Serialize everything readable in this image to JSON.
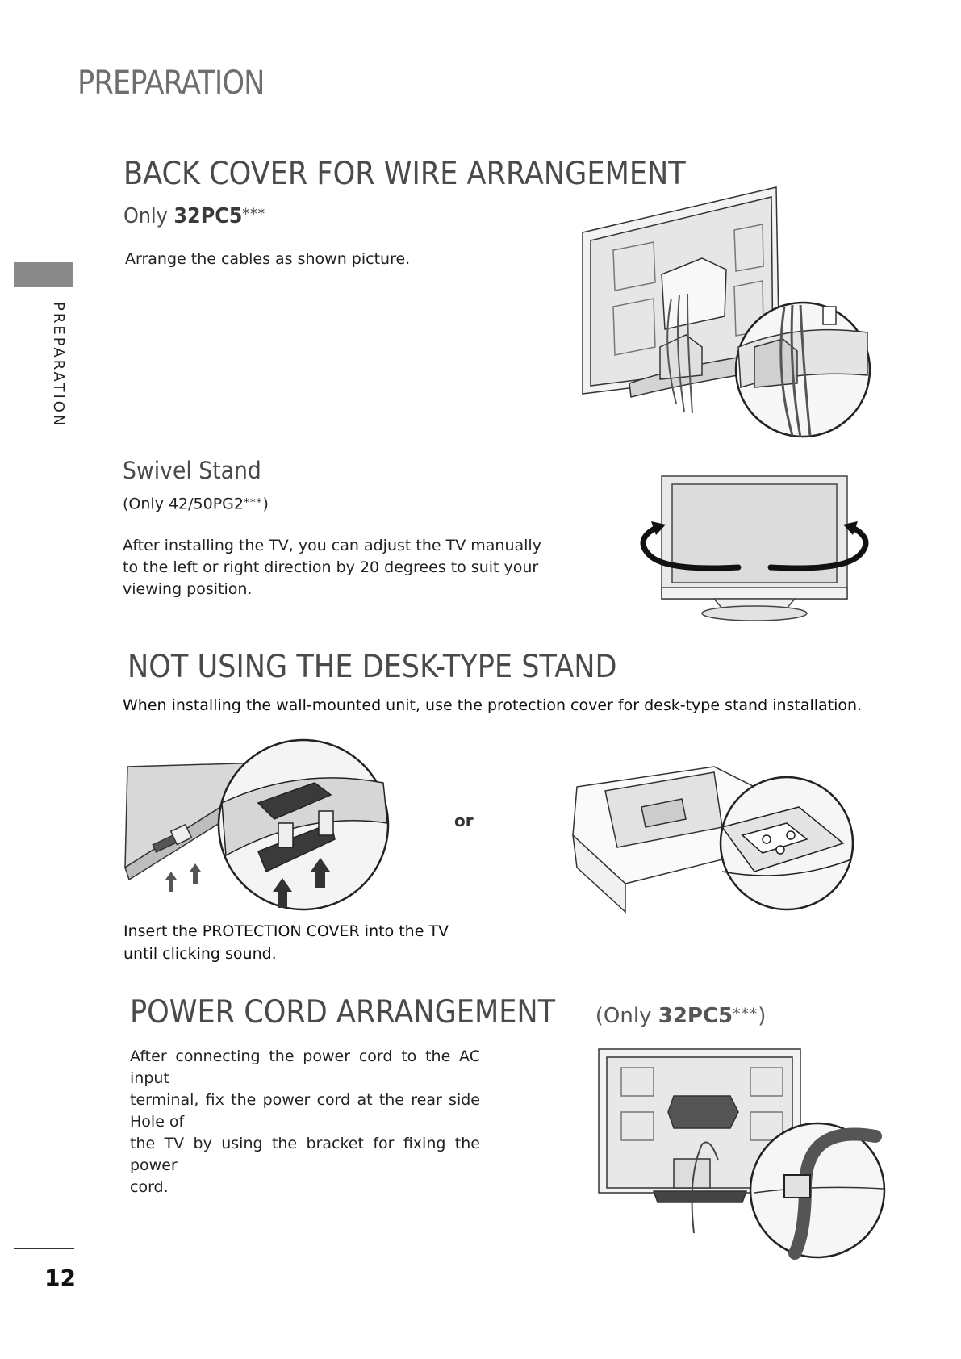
{
  "header": {
    "title": "PREPARATION"
  },
  "side_tab": {
    "label": "PREPARATION"
  },
  "back_cover": {
    "title": "BACK COVER FOR WIRE ARRANGEMENT",
    "only_label": "Only",
    "model": "32PC5",
    "model_suffix": "***",
    "text": "Arrange the cables as shown picture."
  },
  "swivel": {
    "title": "Swivel Stand",
    "note_prefix": "(Only 42/50PG2",
    "note_stars": "***",
    "note_suffix": ")",
    "text_lines": [
      "After installing the TV, you can adjust the TV manually",
      "to the left or right direction by 20 degrees to suit your",
      "viewing position."
    ]
  },
  "desk_stand": {
    "title": "NOT USING THE DESK-TYPE STAND",
    "instruction": "When installing the wall-mounted unit, use the protection cover for desk-type stand installation.",
    "or_label": "or",
    "caption_lines": [
      "Insert the PROTECTION COVER into the TV",
      "until clicking sound."
    ]
  },
  "power_cord": {
    "title": "POWER CORD ARRANGEMENT",
    "only_prefix": "(Only ",
    "model": "32PC5",
    "model_suffix": "***",
    "close_paren": ")",
    "text_lines": [
      "After connecting the power cord to the AC input",
      "terminal, fix the power cord at the rear side Hole of",
      "the TV by using the bracket for fixing the power",
      "cord."
    ]
  },
  "footer": {
    "page_number": "12"
  }
}
